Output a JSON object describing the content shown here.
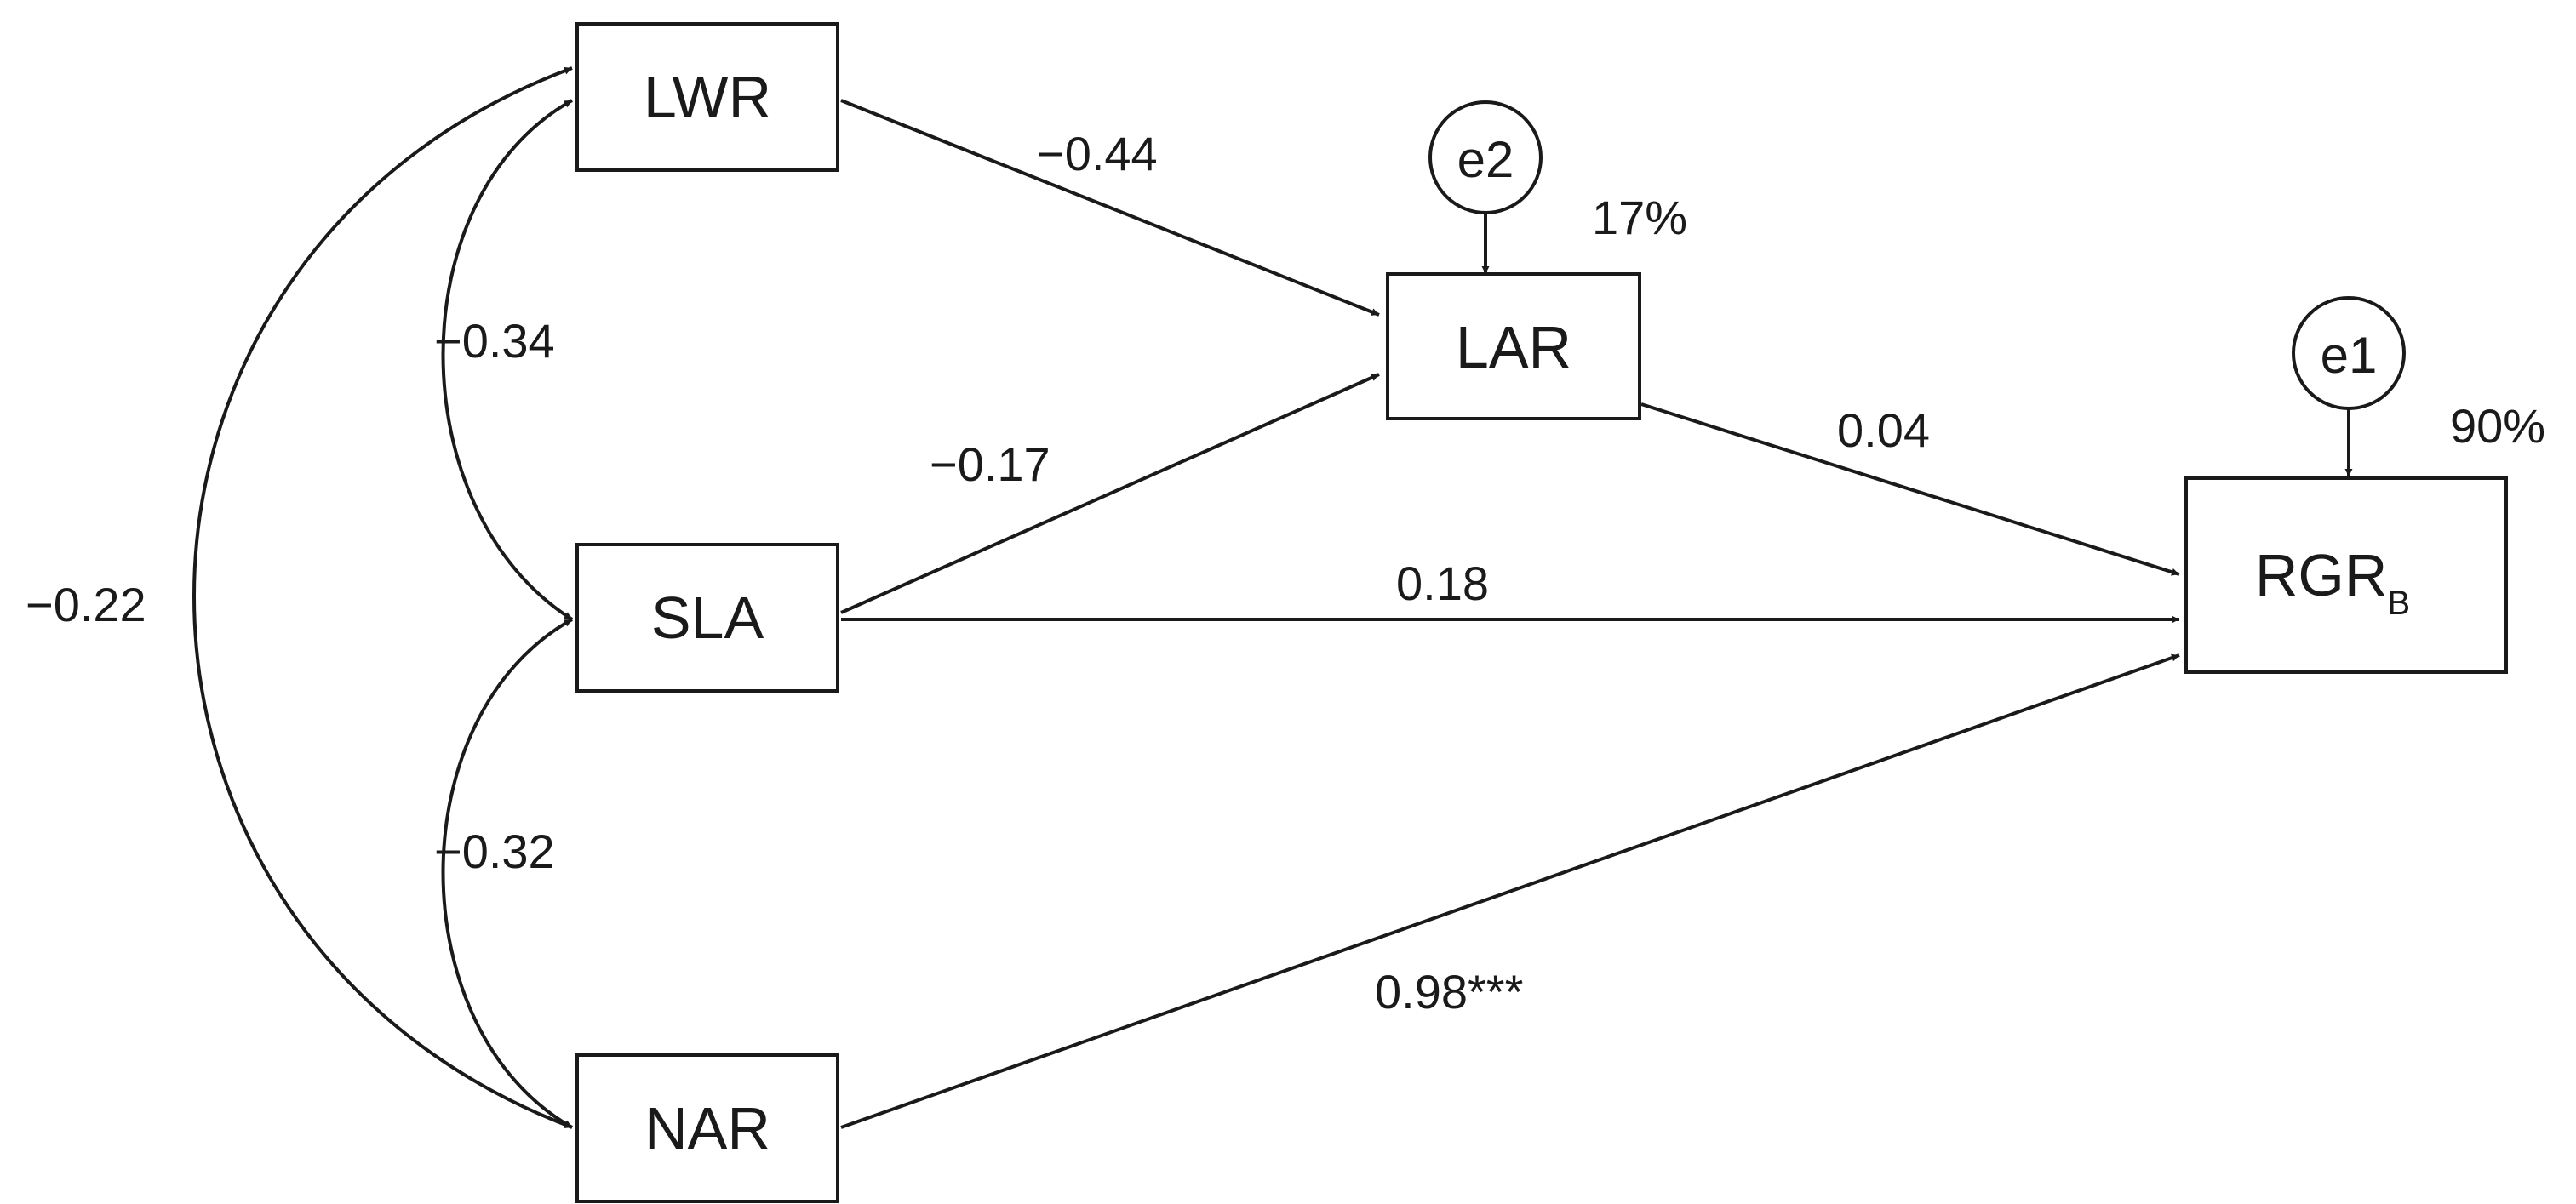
{
  "nodes": {
    "lwr": "LWR",
    "sla": "SLA",
    "nar": "NAR",
    "lar": "LAR",
    "rgr": {
      "main": "RGR",
      "sub": "B"
    }
  },
  "errors": {
    "e1": "e1",
    "e2": "e2"
  },
  "r_squared": {
    "lar": "17%",
    "rgr": "90%"
  },
  "paths": {
    "lwr_lar": "−0.44",
    "sla_lar": "−0.17",
    "lar_rgr": "0.04",
    "sla_rgr": "0.18",
    "nar_rgr": "0.98***"
  },
  "correlations": {
    "lwr_sla": "−0.34",
    "sla_nar": "−0.32",
    "lwr_nar": "−0.22"
  }
}
